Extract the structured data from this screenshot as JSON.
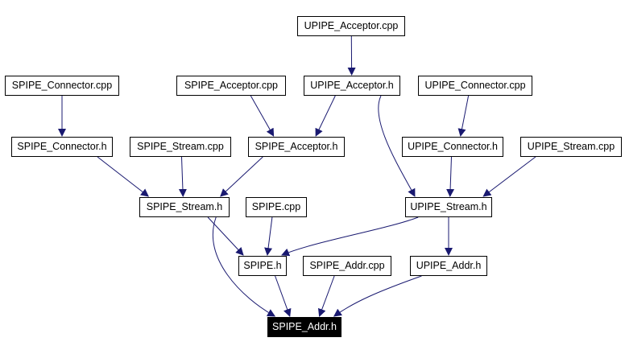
{
  "colors": {
    "edge": "#191970",
    "node_border": "#000000",
    "root_fill": "#000000",
    "root_text": "#ffffff"
  },
  "nodes": {
    "upipe_acceptor_cpp": "UPIPE_Acceptor.cpp",
    "spipe_connector_cpp": "SPIPE_Connector.cpp",
    "spipe_acceptor_cpp": "SPIPE_Acceptor.cpp",
    "upipe_acceptor_h": "UPIPE_Acceptor.h",
    "upipe_connector_cpp": "UPIPE_Connector.cpp",
    "spipe_connector_h": "SPIPE_Connector.h",
    "spipe_stream_cpp": "SPIPE_Stream.cpp",
    "spipe_acceptor_h": "SPIPE_Acceptor.h",
    "upipe_connector_h": "UPIPE_Connector.h",
    "upipe_stream_cpp": "UPIPE_Stream.cpp",
    "spipe_stream_h": "SPIPE_Stream.h",
    "spipe_cpp": "SPIPE.cpp",
    "upipe_stream_h": "UPIPE_Stream.h",
    "spipe_h": "SPIPE.h",
    "spipe_addr_cpp": "SPIPE_Addr.cpp",
    "upipe_addr_h": "UPIPE_Addr.h",
    "spipe_addr_h": "SPIPE_Addr.h"
  },
  "edges": [
    [
      "upipe_acceptor_cpp",
      "upipe_acceptor_h"
    ],
    [
      "spipe_connector_cpp",
      "spipe_connector_h"
    ],
    [
      "spipe_acceptor_cpp",
      "spipe_acceptor_h"
    ],
    [
      "upipe_acceptor_h",
      "spipe_acceptor_h"
    ],
    [
      "upipe_acceptor_h",
      "upipe_stream_h"
    ],
    [
      "upipe_connector_cpp",
      "upipe_connector_h"
    ],
    [
      "spipe_connector_h",
      "spipe_stream_h"
    ],
    [
      "spipe_stream_cpp",
      "spipe_stream_h"
    ],
    [
      "spipe_acceptor_h",
      "spipe_stream_h"
    ],
    [
      "upipe_connector_h",
      "upipe_stream_h"
    ],
    [
      "upipe_stream_cpp",
      "upipe_stream_h"
    ],
    [
      "spipe_stream_h",
      "spipe_h"
    ],
    [
      "spipe_stream_h",
      "spipe_addr_h"
    ],
    [
      "spipe_cpp",
      "spipe_h"
    ],
    [
      "upipe_stream_h",
      "spipe_h"
    ],
    [
      "upipe_stream_h",
      "upipe_addr_h"
    ],
    [
      "spipe_h",
      "spipe_addr_h"
    ],
    [
      "spipe_addr_cpp",
      "spipe_addr_h"
    ],
    [
      "upipe_addr_h",
      "spipe_addr_h"
    ]
  ]
}
